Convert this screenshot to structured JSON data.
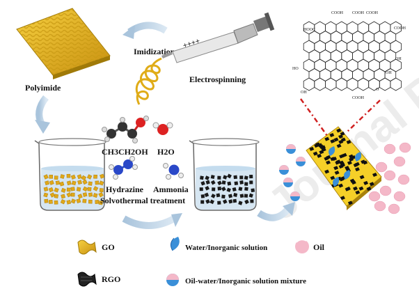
{
  "labels": {
    "imidization": "Imidization",
    "polyimide": "Polyimide",
    "electrospinning": "Electrospinning",
    "plus_signs": "++++",
    "ethanol": "CH3CH2OH",
    "water_formula": "H2O",
    "hydrazine": "Hydrazine",
    "ammonia": "Ammonia",
    "solvothermal": "Solvothermal treatment"
  },
  "chemical_groups": {
    "cooh": "COOH",
    "hooc": "HOOC",
    "oh": "OH",
    "ho": "HO",
    "o": "O"
  },
  "legend": {
    "go": "GO",
    "rgo": "RGO",
    "water": "Water/Inorganic solution",
    "oil": "Oil",
    "mixture": "Oil-water/Inorganic solution mixture"
  },
  "watermark": "Journal Pre-proofs",
  "colors": {
    "gold": "#e8b824",
    "gold_dark": "#b88a10",
    "water_blue": "#3a8fd8",
    "oil_pink": "#f4b8c8",
    "liquid": "#d6e6f2",
    "arrow": "#bcd3e6",
    "dash_red": "#d02020"
  }
}
